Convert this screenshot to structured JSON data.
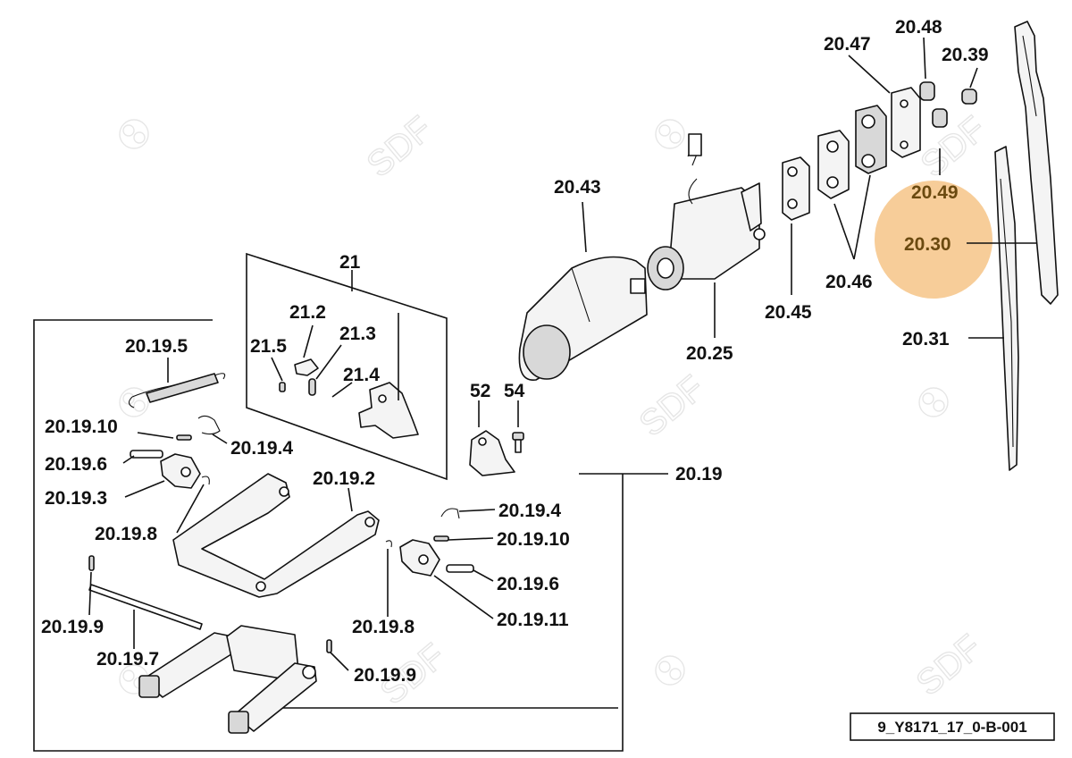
{
  "highlight_color": "#f5c080",
  "watermark": {
    "text": "SDF",
    "icon": "sdf-logo-icon"
  },
  "drawing_code": "9_Y8171_17_0-B-001",
  "labels": {
    "l_20_47": "20.47",
    "l_20_48": "20.48",
    "l_20_39": "20.39",
    "l_20_49": "20.49",
    "l_20_30": "20.30",
    "l_20_43": "20.43",
    "l_20_46": "20.46",
    "l_20_45": "20.45",
    "l_20_31": "20.31",
    "l_20_25": "20.25",
    "l_21": "21",
    "l_21_2": "21.2",
    "l_21_3": "21.3",
    "l_21_5": "21.5",
    "l_21_4": "21.4",
    "l_52": "52",
    "l_54": "54",
    "l_20_19": "20.19",
    "l_20_19_5": "20.19.5",
    "l_20_19_10a": "20.19.10",
    "l_20_19_4a": "20.19.4",
    "l_20_19_6a": "20.19.6",
    "l_20_19_3": "20.19.3",
    "l_20_19_2": "20.19.2",
    "l_20_19_8a": "20.19.8",
    "l_20_19_4b": "20.19.4",
    "l_20_19_10b": "20.19.10",
    "l_20_19_6b": "20.19.6",
    "l_20_19_11": "20.19.11",
    "l_20_19_9a": "20.19.9",
    "l_20_19_8b": "20.19.8",
    "l_20_19_7": "20.19.7",
    "l_20_19_9b": "20.19.9"
  }
}
